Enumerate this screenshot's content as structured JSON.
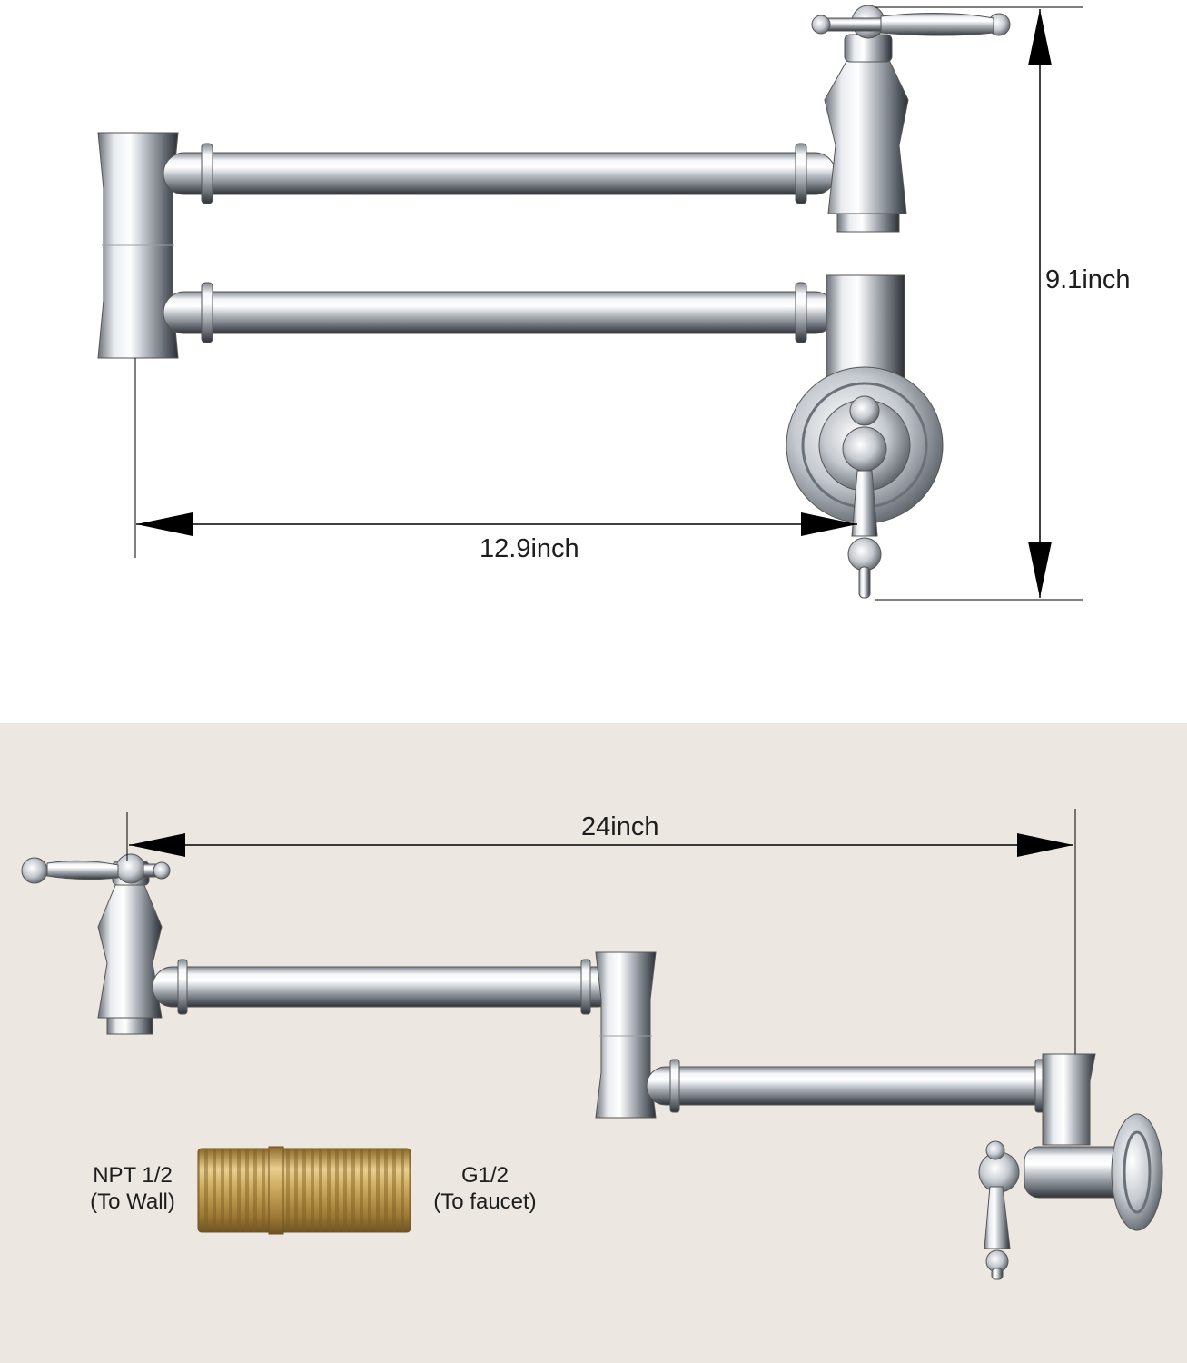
{
  "folded_view": {
    "width_label": "12.9inch",
    "height_label": "9.1inch"
  },
  "extended_view": {
    "length_label": "24inch"
  },
  "adapter": {
    "wall_side": [
      "NPT 1/2",
      "(To Wall)"
    ],
    "faucet_side": [
      "G1/2",
      "(To faucet)"
    ]
  },
  "colors": {
    "bottom_background": "#ece7e1",
    "chrome": "#c7ccd2",
    "brass": "#c9a659"
  }
}
